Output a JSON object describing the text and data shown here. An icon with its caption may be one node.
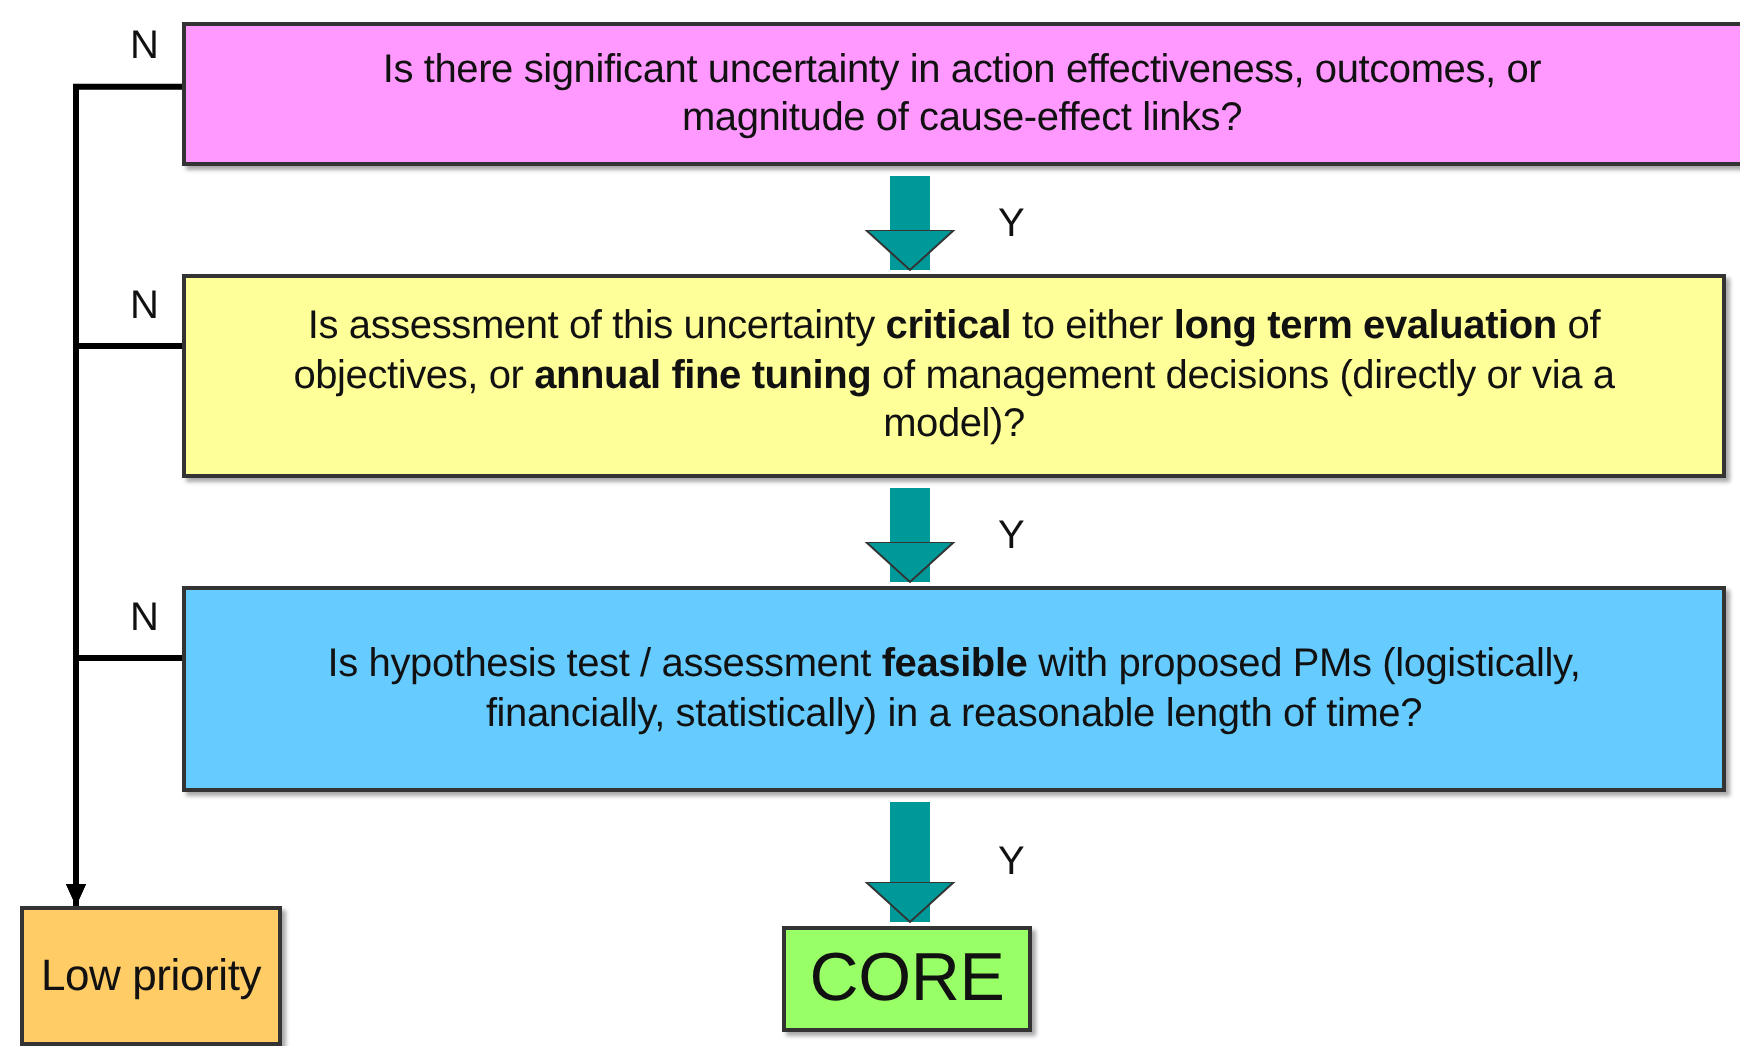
{
  "diagram": {
    "nodes": [
      {
        "text": [
          "Is there significant uncertainty in action effectiveness, outcomes, or magnitude of cause-effect links?"
        ]
      },
      {
        "text": [
          "Is assessment of this uncertainty **critical** to either **long term evaluation** of objectives, or **annual fine tuning** of management decisions (directly or via a model)?"
        ]
      },
      {
        "text": [
          "Is hypothesis test / assessment **feasible** with proposed PMs (logistically, financially, statistically) in a reasonable length of time?"
        ]
      },
      {
        "text": [
          "Low priority"
        ]
      },
      {
        "text": [
          "CORE"
        ]
      }
    ],
    "edges": [
      {
        "from": 0,
        "to": 1,
        "arrow": "to",
        "label": "Y",
        "style": "thick",
        "color": "#009999"
      },
      {
        "from": 1,
        "to": 2,
        "arrow": "to",
        "label": "Y",
        "style": "thick",
        "color": "#009999"
      },
      {
        "from": 2,
        "to": 4,
        "arrow": "to",
        "label": "Y",
        "style": "thick",
        "color": "#009999"
      },
      {
        "from": 0,
        "to": 3,
        "arrow": "to",
        "label": "N",
        "color": "#000000"
      },
      {
        "from": 1,
        "to": 3,
        "arrow": "to",
        "label": "N",
        "color": "#000000"
      },
      {
        "from": 2,
        "to": 3,
        "arrow": "to",
        "label": "N",
        "color": "#000000"
      }
    ]
  }
}
